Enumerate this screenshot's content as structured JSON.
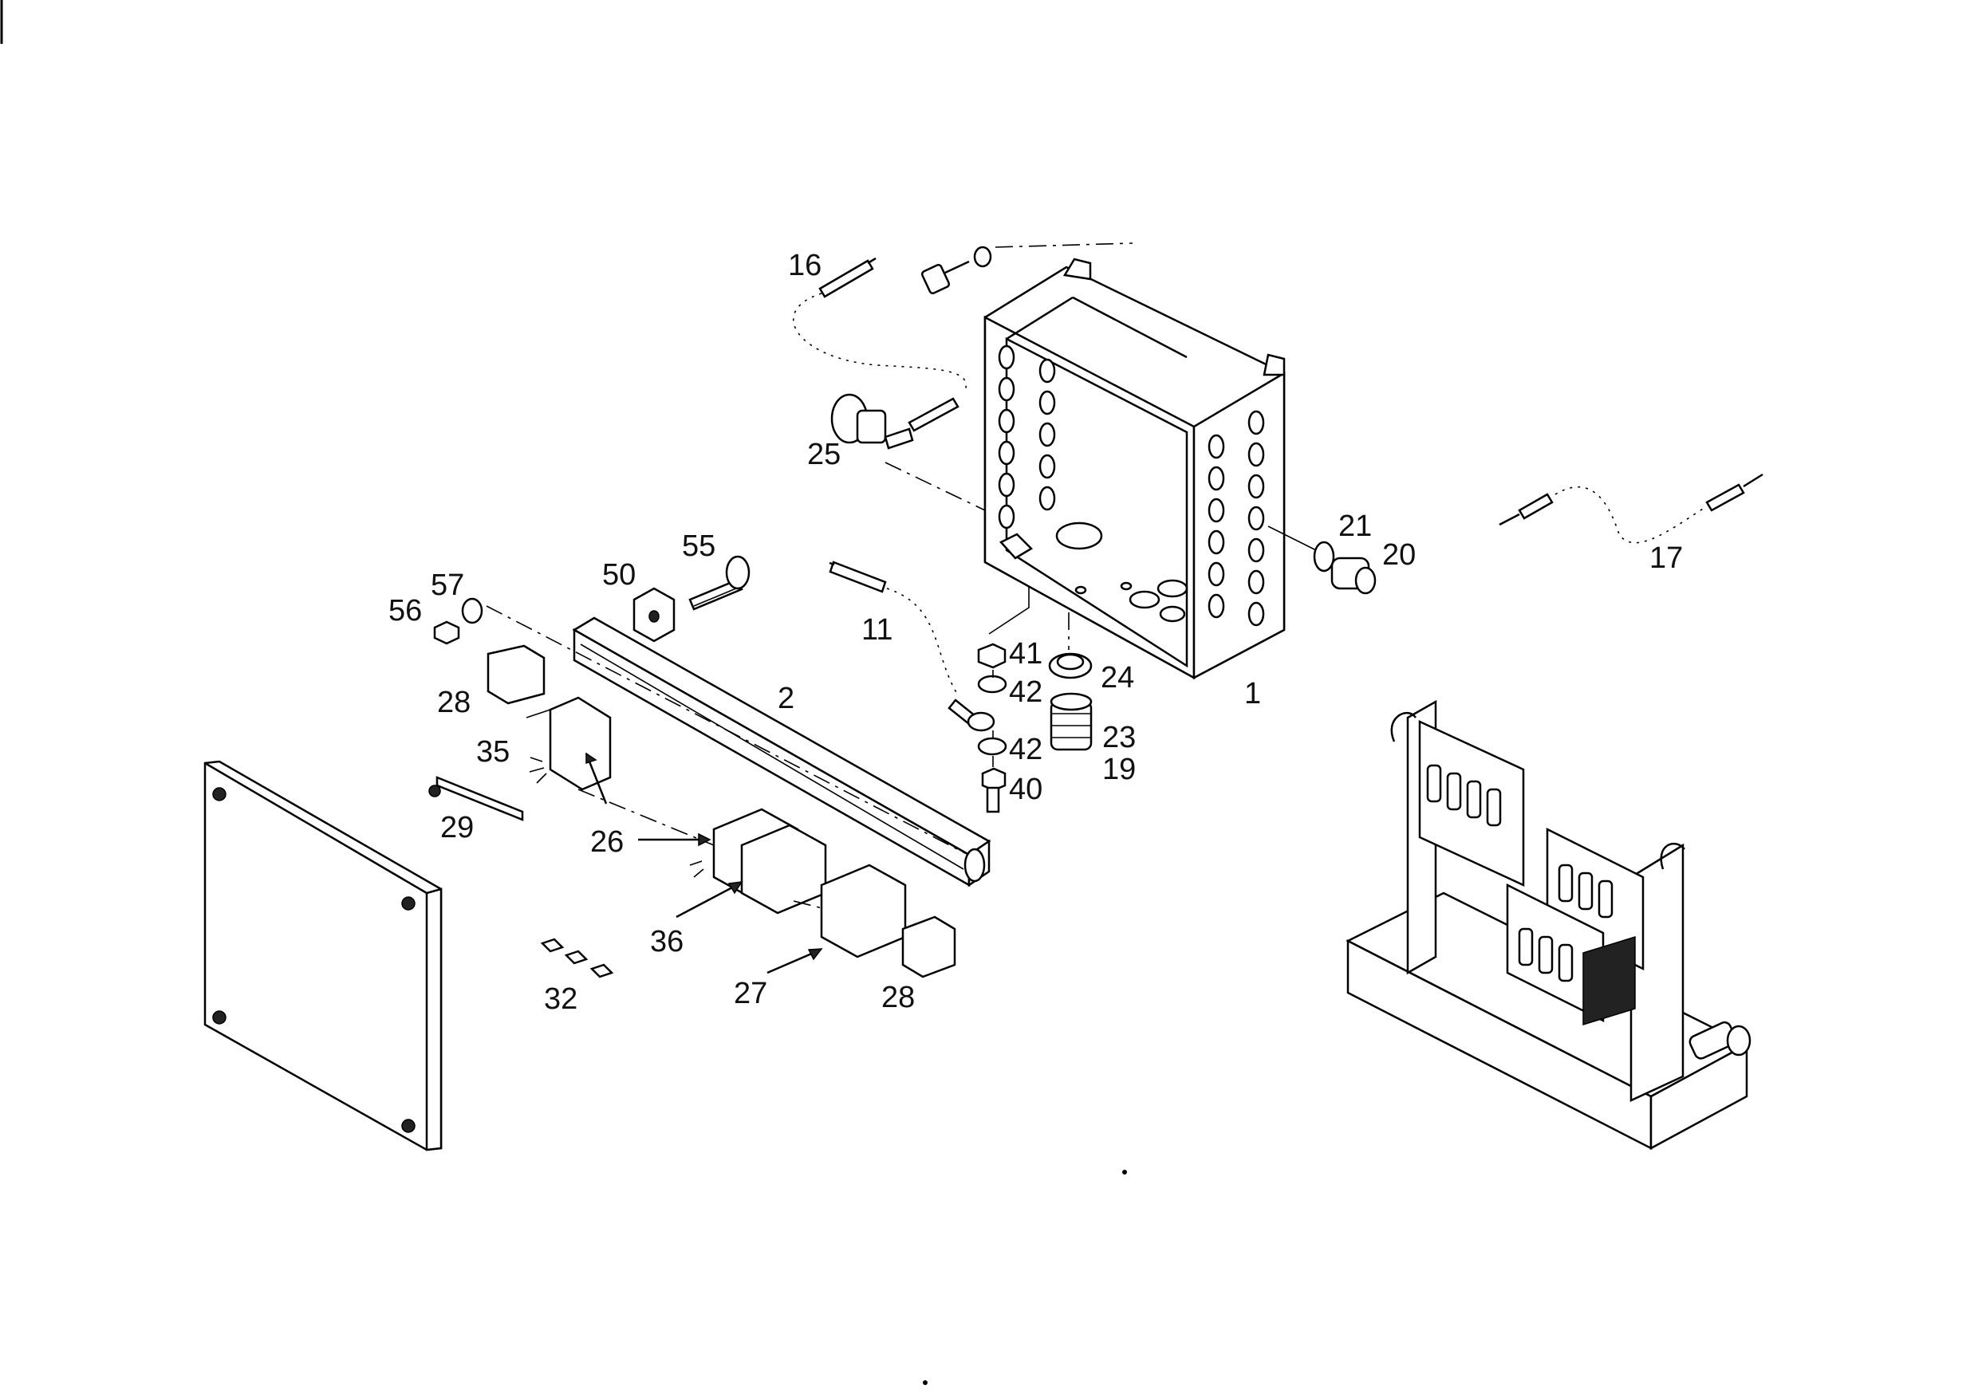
{
  "diagram": {
    "callouts": [
      {
        "id": "c1",
        "text": "1"
      },
      {
        "id": "c2",
        "text": "2"
      },
      {
        "id": "c11",
        "text": "11"
      },
      {
        "id": "c16",
        "text": "16"
      },
      {
        "id": "c17",
        "text": "17"
      },
      {
        "id": "c19",
        "text": "19"
      },
      {
        "id": "c20",
        "text": "20"
      },
      {
        "id": "c21",
        "text": "21"
      },
      {
        "id": "c23",
        "text": "23"
      },
      {
        "id": "c24",
        "text": "24"
      },
      {
        "id": "c25",
        "text": "25"
      },
      {
        "id": "c26",
        "text": "26"
      },
      {
        "id": "c27",
        "text": "27"
      },
      {
        "id": "c28a",
        "text": "28"
      },
      {
        "id": "c28b",
        "text": "28"
      },
      {
        "id": "c29",
        "text": "29"
      },
      {
        "id": "c32",
        "text": "32"
      },
      {
        "id": "c35",
        "text": "35"
      },
      {
        "id": "c36",
        "text": "36"
      },
      {
        "id": "c40",
        "text": "40"
      },
      {
        "id": "c41",
        "text": "41"
      },
      {
        "id": "c42a",
        "text": "42"
      },
      {
        "id": "c42b",
        "text": "42"
      },
      {
        "id": "c50",
        "text": "50"
      },
      {
        "id": "c55",
        "text": "55"
      },
      {
        "id": "c56",
        "text": "56"
      },
      {
        "id": "c57",
        "text": "57"
      }
    ]
  }
}
